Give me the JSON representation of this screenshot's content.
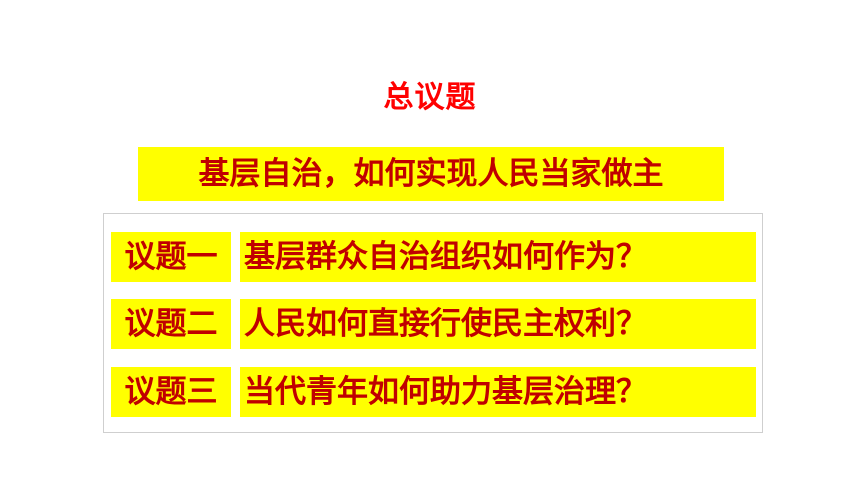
{
  "title": "总议题",
  "subtitle": "基层自治，如何实现人民当家做主",
  "topics": [
    {
      "label": "议题一",
      "text": "基层群众自治组织如何作为？"
    },
    {
      "label": "议题二",
      "text": "人民如何直接行使民主权利？"
    },
    {
      "label": "议题三",
      "text": "当代青年如何助力基层治理？"
    }
  ],
  "colors": {
    "title": "#ff0000",
    "highlight": "#ffff00",
    "text": "#c00000"
  }
}
